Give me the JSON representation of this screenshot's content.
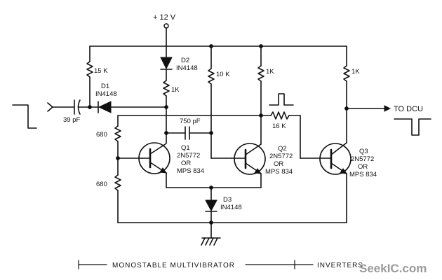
{
  "supply": {
    "label": "+ 12 V"
  },
  "components": {
    "r_15k": "15 K",
    "r_1k_d2": "1K",
    "r_10k": "10 K",
    "r_1k_q2": "1K",
    "r_1k_q3": "1K",
    "r_16k": "16 K",
    "r_680_top": "680",
    "r_680_bottom": "680",
    "c_input": "39 pF",
    "c_timing": "750 pF",
    "d1": {
      "name": "D1",
      "part": "IN4148"
    },
    "d2": {
      "name": "D2",
      "part": "IN4148"
    },
    "d3": {
      "name": "D3",
      "part": "IN4148"
    },
    "q1": {
      "name": "Q1",
      "part": "2N5772",
      "or": "OR",
      "alt": "MPS 834"
    },
    "q2": {
      "name": "Q2",
      "part": "2N5772",
      "or": "OR",
      "alt": "MPS 834"
    },
    "q3": {
      "name": "Q3",
      "part": "2N5772",
      "or": "OR",
      "alt": "MPS 834"
    }
  },
  "output": {
    "label": "TO DCU"
  },
  "footer": {
    "section_1": "MONOSTABLE MULTIVIBRATOR",
    "section_2": "INVERTERS"
  },
  "watermark": "SeekIC.com"
}
